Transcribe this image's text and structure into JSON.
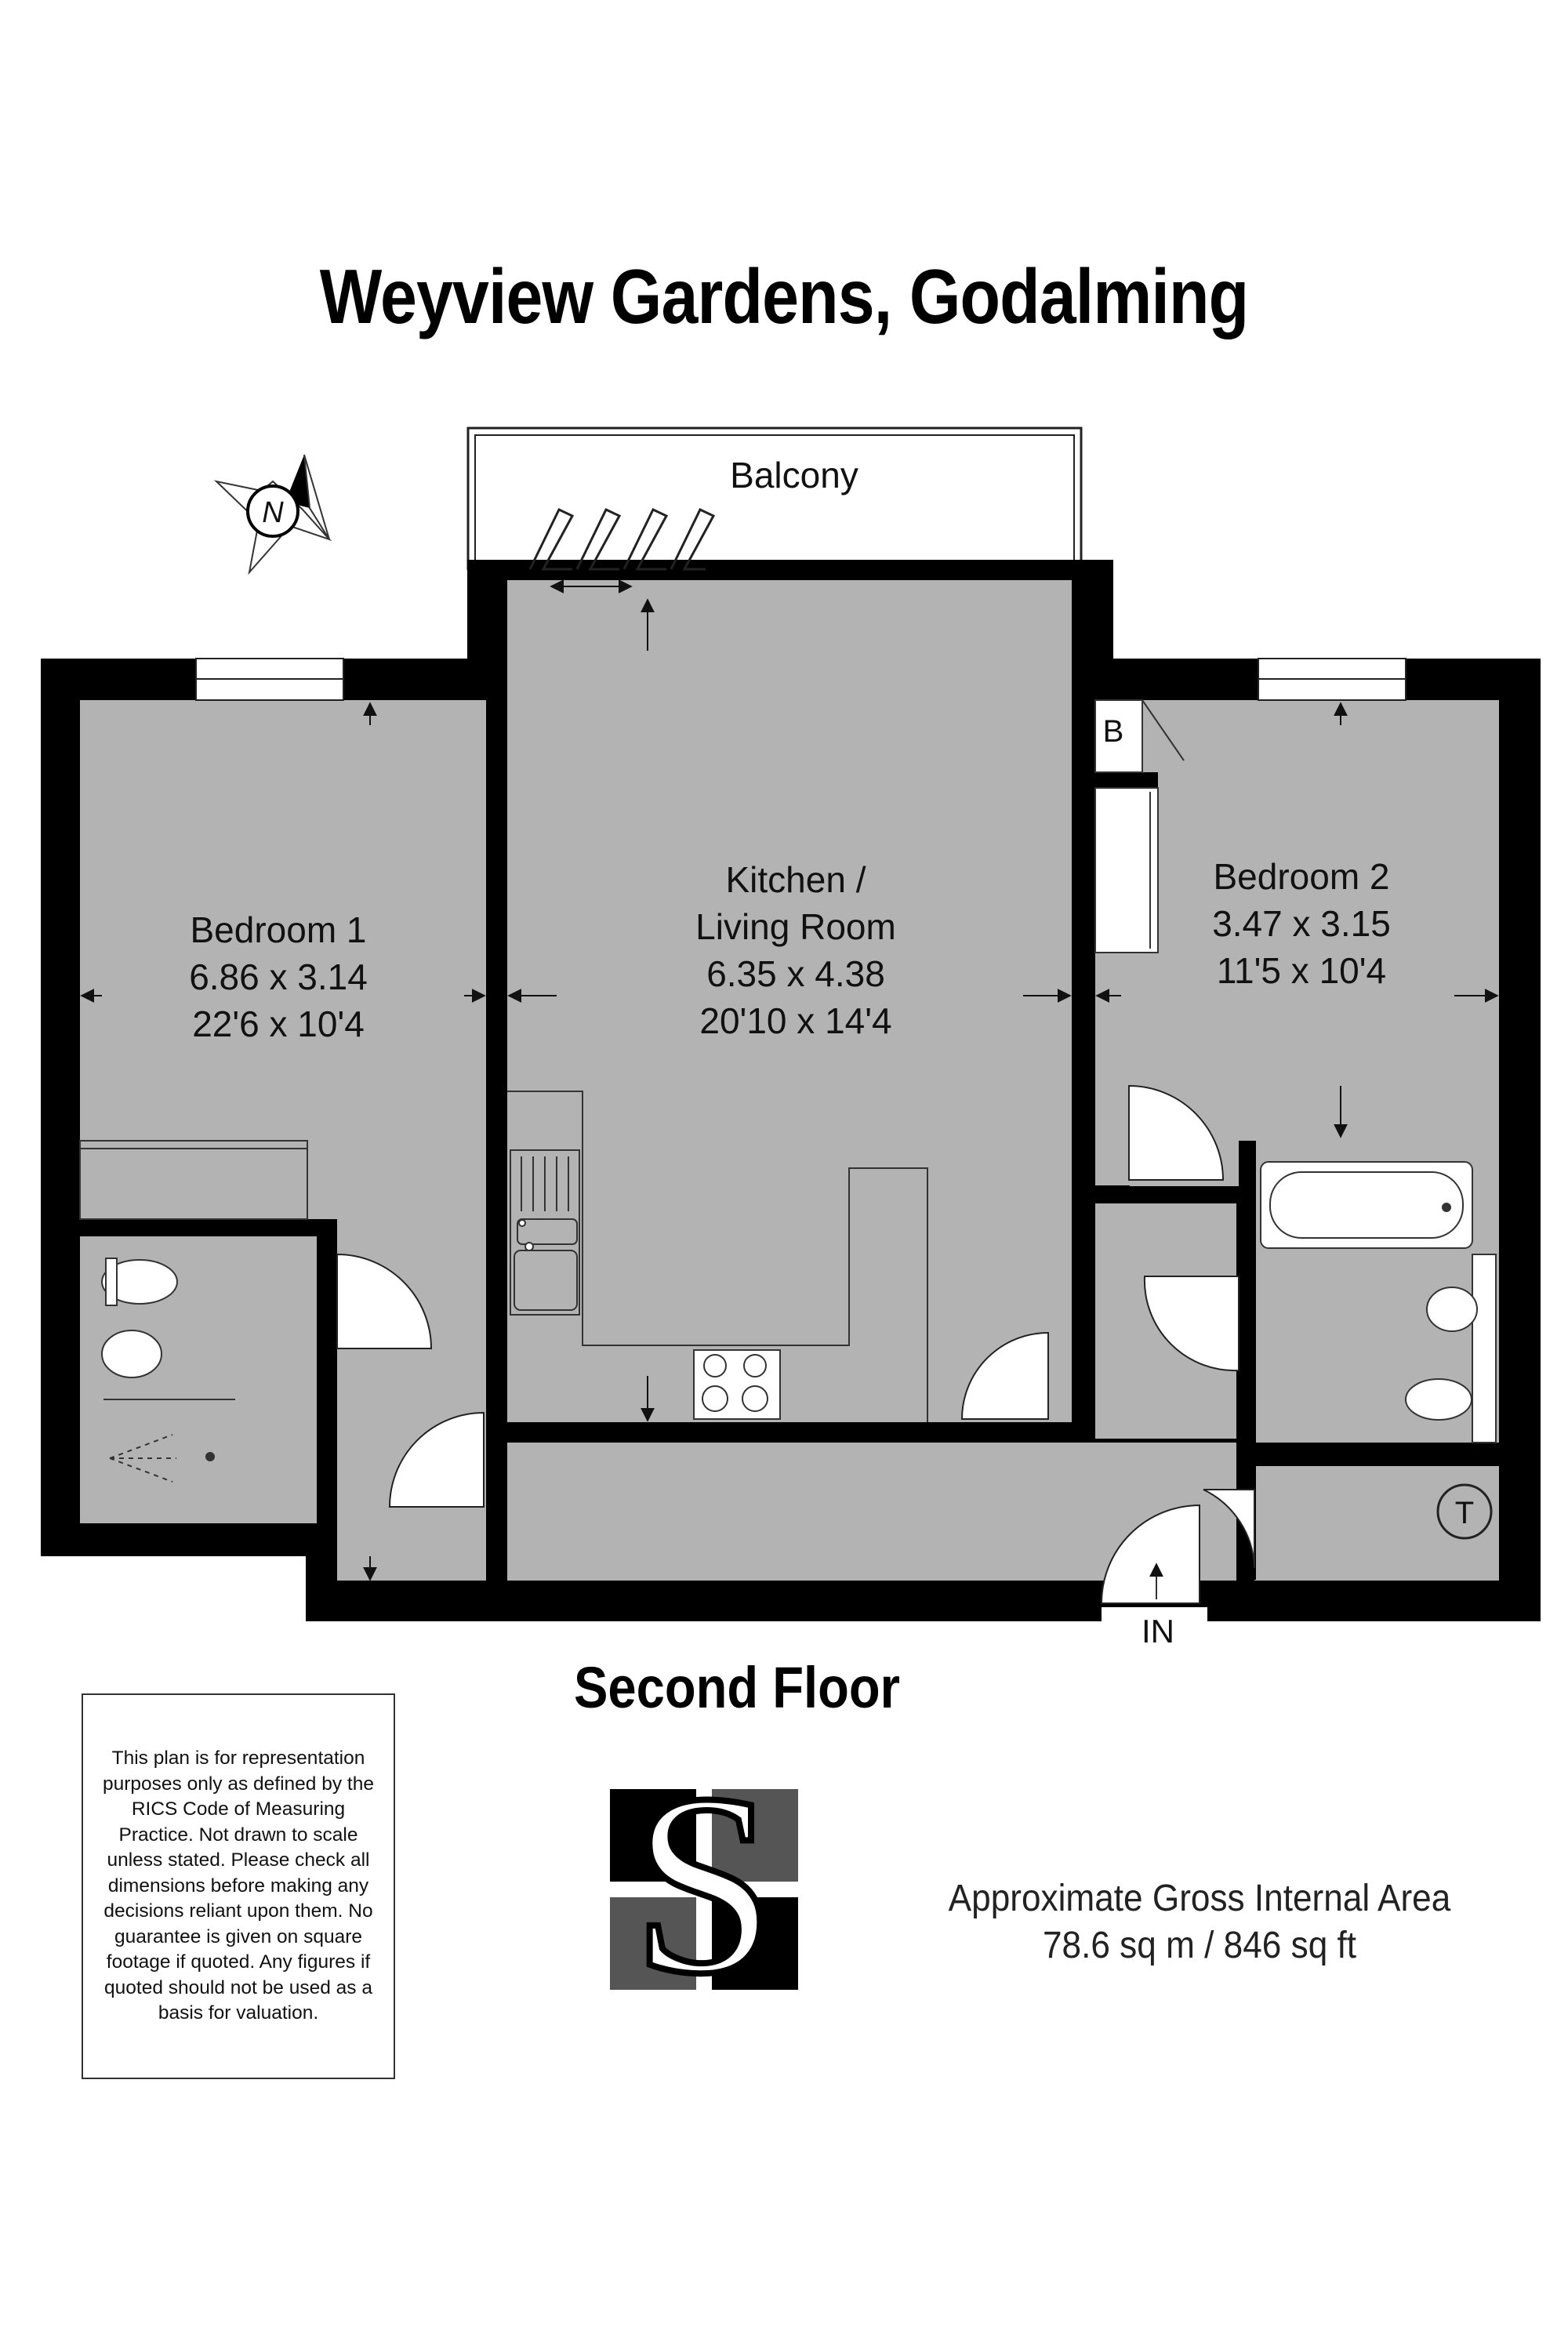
{
  "title": "Weyview Gardens, Godalming",
  "compass": {
    "label": "N"
  },
  "rooms": {
    "balcony": {
      "name": "Balcony"
    },
    "kitchen": {
      "name_line1": "Kitchen /",
      "name_line2": "Living Room",
      "metric": "6.35 x 4.38",
      "imperial": "20'10 x 14'4"
    },
    "bedroom1": {
      "name": "Bedroom 1",
      "metric": "6.86 x 3.14",
      "imperial": "22'6 x 10'4"
    },
    "bedroom2": {
      "name": "Bedroom 2",
      "metric": "3.47 x 3.15",
      "imperial": "11'5 x 10'4"
    },
    "boiler": {
      "label": "B"
    },
    "tank": {
      "label": "T"
    }
  },
  "entrance": {
    "label": "IN"
  },
  "floor_label": "Second Floor",
  "disclaimer": "This plan is for representation purposes only as defined by the RICS Code of Measuring Practice. Not drawn to scale unless stated. Please check all dimensions before making any decisions reliant upon them. No guarantee is given on square footage if quoted. Any figures if quoted should not be used as a basis for valuation.",
  "area": {
    "line1": "Approximate Gross Internal Area",
    "line2": "78.6 sq m / 846 sq ft"
  },
  "colors": {
    "wall": "#000000",
    "floor": "#b3b3b3",
    "logo_dark": "#000000",
    "logo_gray": "#555555"
  }
}
